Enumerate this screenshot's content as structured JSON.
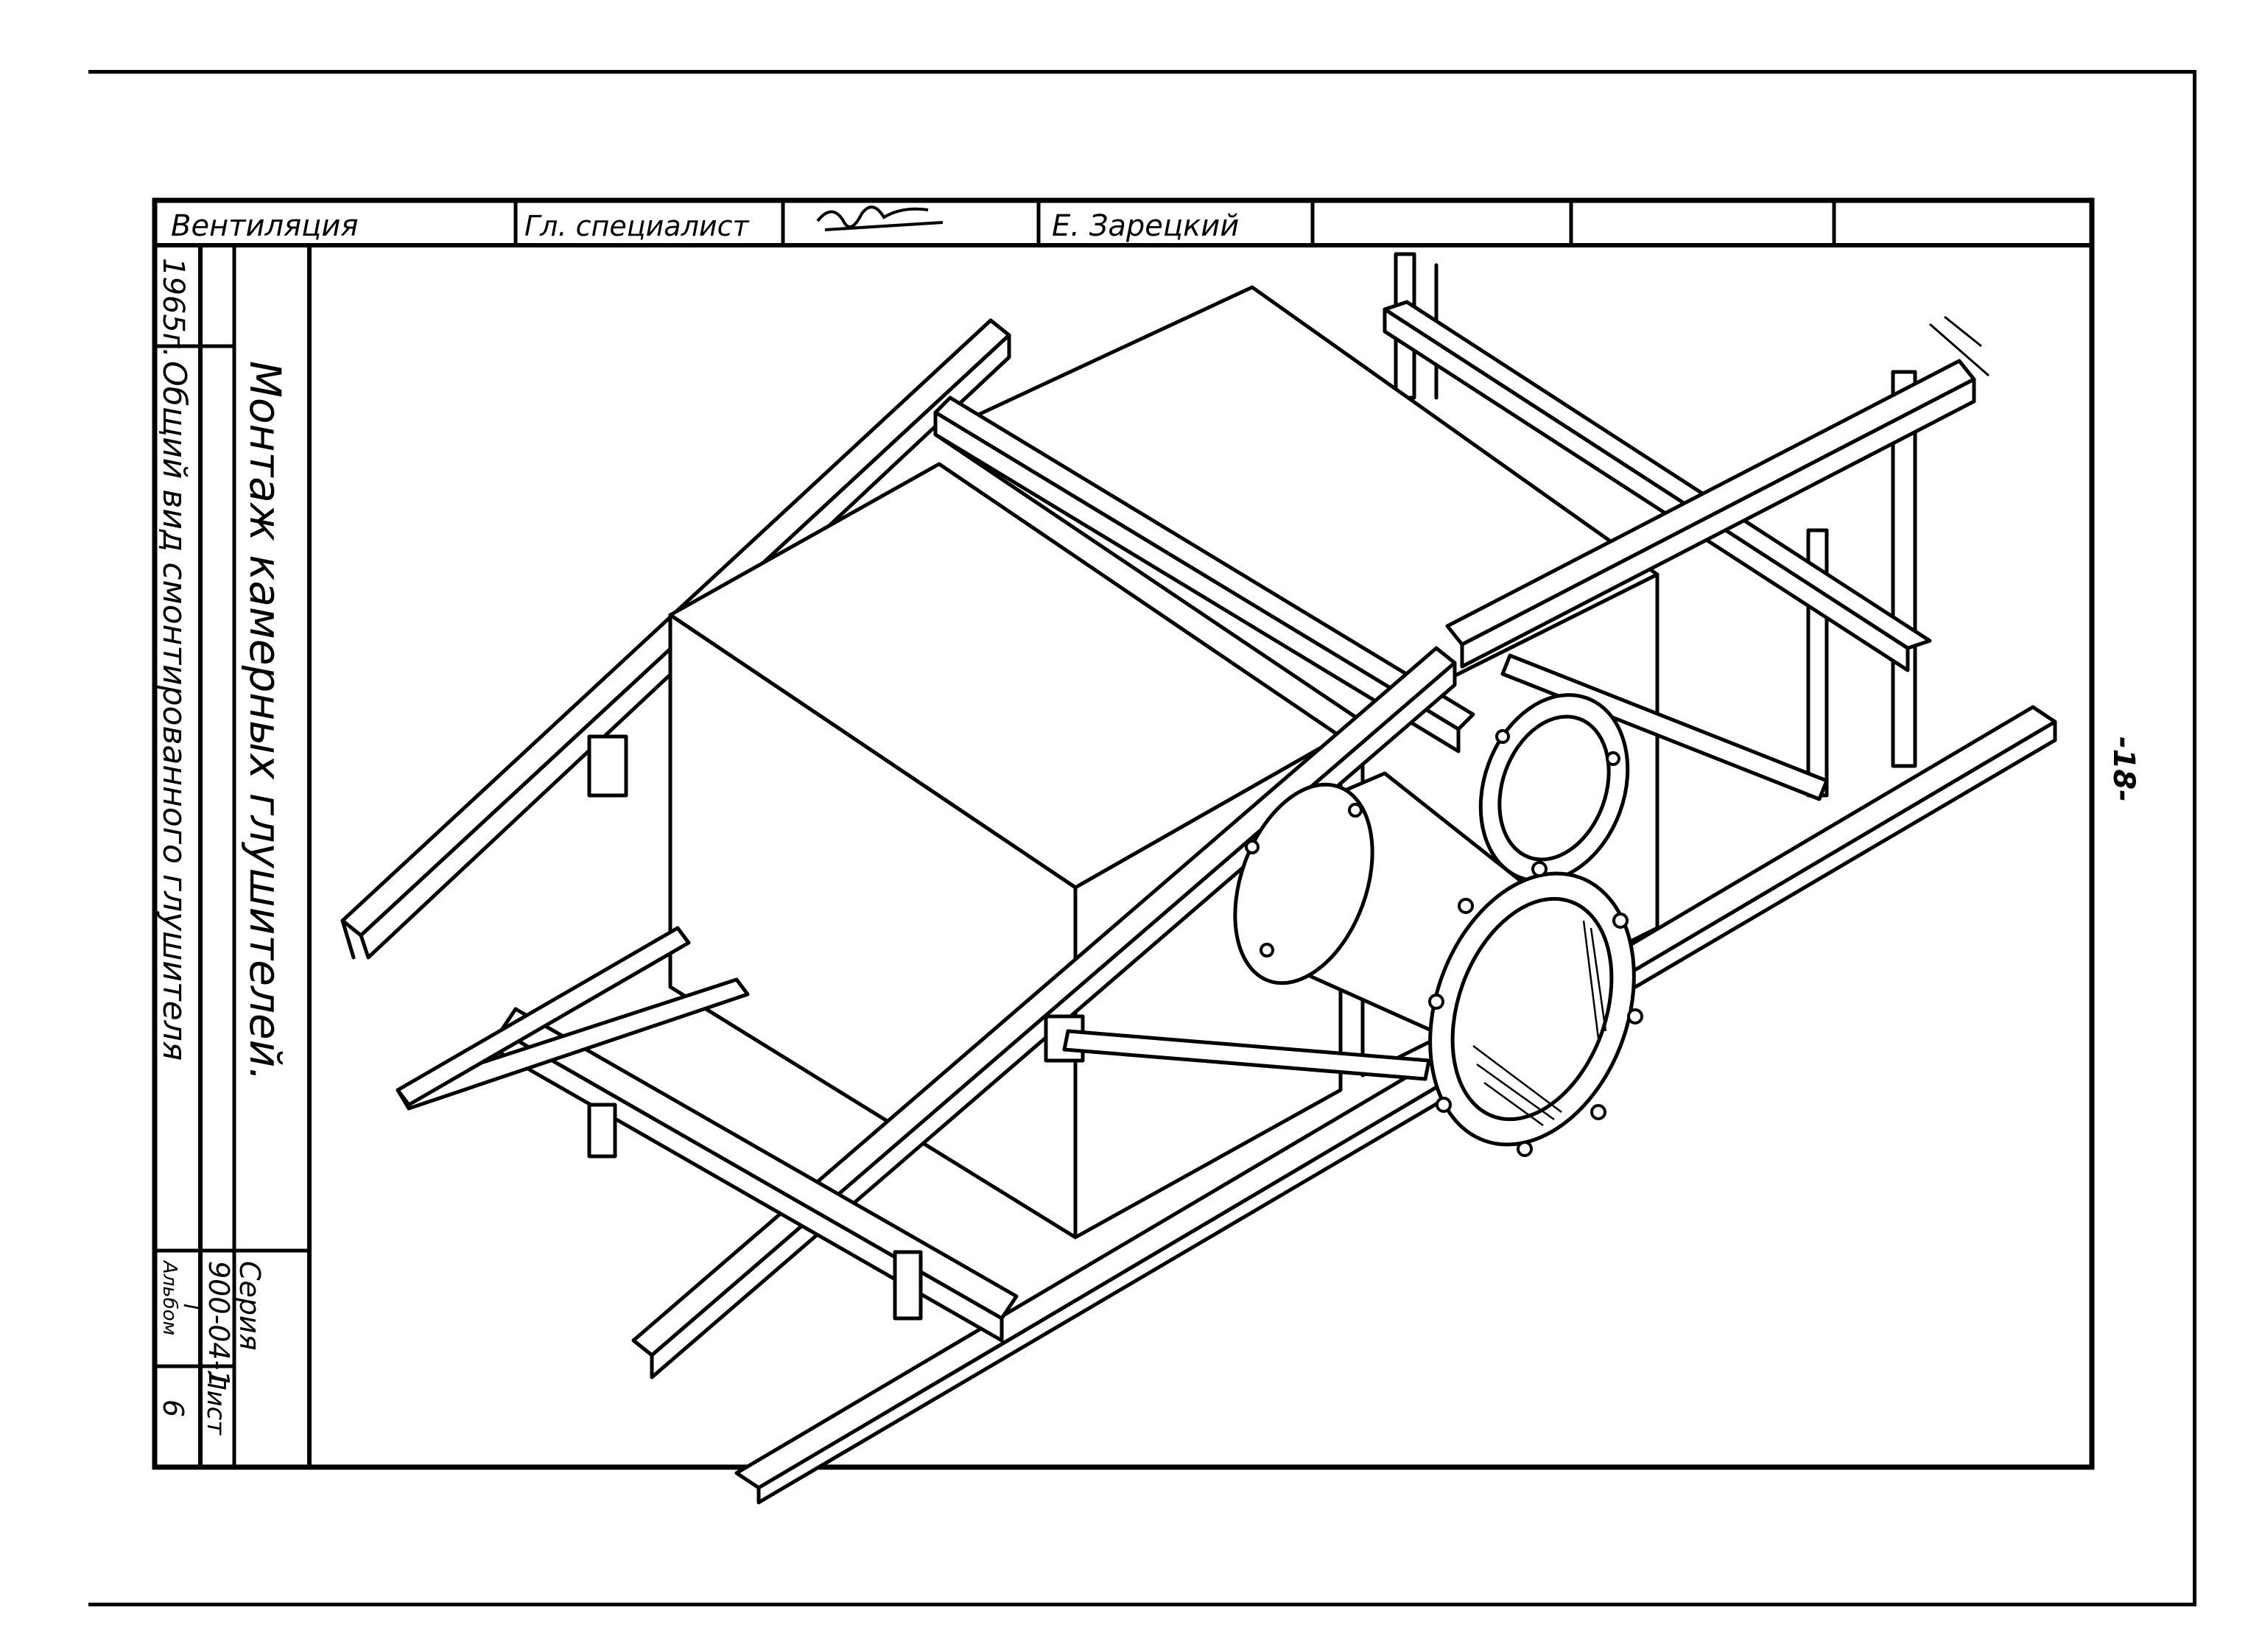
{
  "title_block": {
    "section": "Вентиляция",
    "position": "Гл. специалист",
    "name": "Е. Зарецкий",
    "year": "1965г.",
    "drawing_title": "Монтаж камерных глушителей.",
    "drawing_subtitle": "Общий вид смонтированного глушителя",
    "series_label": "Серия",
    "series_number": "900-04-1",
    "album_label": "Альбом",
    "album_number": "I",
    "sheet_label": "Лист",
    "sheet_number": "6"
  },
  "page_number": "-18-",
  "colors": {
    "ink": "#000000",
    "paper": "#ffffff"
  }
}
